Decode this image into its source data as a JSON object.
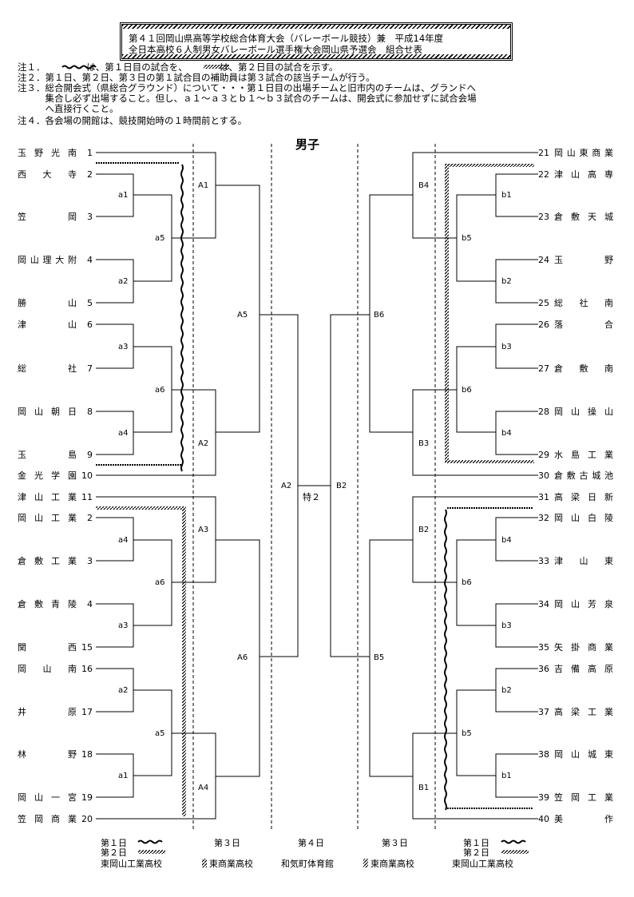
{
  "title": {
    "line1": "第４１回岡山県高等学校総合体育大会（バレーボール競技）兼　平成14年度",
    "line2": "全日本高校６人制男女バレーボール選手権大会岡山県予選会　組合せ表"
  },
  "notes": [
    "注１．　　　　　は、第１日目の試合を、　　　　は、第２日目の試合を示す。",
    "注２．第１日、第２日、第３日の第１試合目の補助員は第３試合の該当チームが行う。",
    "注３．総合開会式（県総合グラウンド）について・・・第１日目の出場チームと旧市内のチームは、グランドへ",
    "　　　集合し必ず出場すること。但し、ａ１～ａ３とｂ１～ｂ３試合のチームは、開会式に参加せずに試合会場",
    "　　　へ直接行くこと。",
    "注４．各会場の開館は、競技開始時の１時間前とする。"
  ],
  "heading": "男子",
  "left_teams": [
    {
      "name": "玉野光南",
      "no": "1"
    },
    {
      "name": "西大寺",
      "no": "2"
    },
    {
      "name": "笠岡",
      "no": "3"
    },
    {
      "name": "岡山理大附",
      "no": "4"
    },
    {
      "name": "勝山",
      "no": "5"
    },
    {
      "name": "津山",
      "no": "6"
    },
    {
      "name": "総社",
      "no": "7"
    },
    {
      "name": "岡山朝日",
      "no": "8"
    },
    {
      "name": "玉島",
      "no": "9"
    },
    {
      "name": "金光学園",
      "no": "10"
    },
    {
      "name": "津山工業",
      "no": "11"
    },
    {
      "name": "岡山工業",
      "no": "2"
    },
    {
      "name": "倉敷工業",
      "no": "3"
    },
    {
      "name": "倉敷青陵",
      "no": "4"
    },
    {
      "name": "関西",
      "no": "15"
    },
    {
      "name": "岡山南",
      "no": "16"
    },
    {
      "name": "井原",
      "no": "17"
    },
    {
      "name": "林野",
      "no": "18"
    },
    {
      "name": "岡山一宮",
      "no": "19"
    },
    {
      "name": "笠岡商業",
      "no": "20"
    }
  ],
  "right_teams": [
    {
      "no": "21",
      "name": "岡山東商業"
    },
    {
      "no": "22",
      "name": "津山高専"
    },
    {
      "no": "23",
      "name": "倉敷天城"
    },
    {
      "no": "24",
      "name": "玉野"
    },
    {
      "no": "25",
      "name": "総社南"
    },
    {
      "no": "26",
      "name": "落合"
    },
    {
      "no": "27",
      "name": "倉敷南"
    },
    {
      "no": "28",
      "name": "岡山操山"
    },
    {
      "no": "29",
      "name": "水島工業"
    },
    {
      "no": "30",
      "name": "倉敷古城池"
    },
    {
      "no": "31",
      "name": "高梁日新"
    },
    {
      "no": "32",
      "name": "岡山白陵"
    },
    {
      "no": "33",
      "name": "津山東"
    },
    {
      "no": "34",
      "name": "岡山芳泉"
    },
    {
      "no": "35",
      "name": "矢掛商業"
    },
    {
      "no": "36",
      "name": "吉備高原"
    },
    {
      "no": "37",
      "name": "高梁工業"
    },
    {
      "no": "38",
      "name": "岡山城東"
    },
    {
      "no": "39",
      "name": "笠岡工業"
    },
    {
      "no": "40",
      "name": "美作"
    }
  ],
  "match_labels": {
    "a1_top": "a1",
    "a2_top": "a2",
    "a3_top": "a3",
    "a4_top": "a4",
    "a5_top": "a5",
    "a6_top": "a6",
    "A1": "A1",
    "A2_top": "A2",
    "A5": "A5",
    "a4_bot": "a4",
    "a3_bot": "a3",
    "a6_bot": "a6",
    "a2_bot": "a2",
    "a1_bot": "a1",
    "a5_bot": "a5",
    "A3": "A3",
    "A4": "A4",
    "A6": "A6",
    "b1_top": "b1",
    "b2_top": "b2",
    "b5_top": "b5",
    "b3_top": "b3",
    "b4_top": "b4",
    "b6_top": "b6",
    "B4": "B4",
    "B3": "B3",
    "B6": "B6",
    "b4_bot": "b4",
    "b6_bot": "b6",
    "b3_bot": "b3",
    "b2_bot": "b2",
    "b5_bot": "b5",
    "b1_bot": "b1",
    "B2": "B2",
    "B5": "B5",
    "B1": "B1",
    "A2_final": "A2",
    "B2_final": "B2",
    "special": "特２"
  },
  "footer": {
    "left_day1": "第１日",
    "left_day2": "第２日",
    "left_venue": "東岡山工業高校",
    "col2_day": "第３日",
    "col2_venue": "東商業高校",
    "center_day": "第４日",
    "center_venue": "和気町体育館",
    "col4_day": "第３日",
    "col4_venue": "東商業高校",
    "right_day1": "第１日",
    "right_day2": "第２日",
    "right_venue": "東岡山工業高校"
  }
}
